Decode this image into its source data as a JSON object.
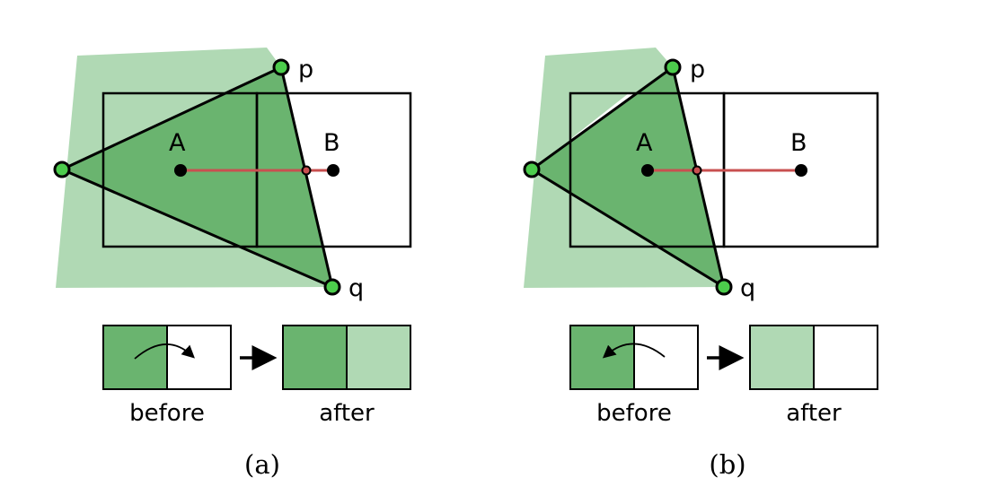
{
  "colors": {
    "light_green": "#b0d9b4",
    "mid_green": "#6ab46f",
    "vertex_green": "#4ccc4c",
    "red_line": "#c85050",
    "stroke": "#000000"
  },
  "panels": [
    {
      "caption": "(a)",
      "point_p": "p",
      "point_q": "q",
      "point_A": "A",
      "point_B": "B",
      "before_label": "before",
      "after_label": "after"
    },
    {
      "caption": "(b)",
      "point_p": "p",
      "point_q": "q",
      "point_A": "A",
      "point_B": "B",
      "before_label": "before",
      "after_label": "after"
    }
  ]
}
